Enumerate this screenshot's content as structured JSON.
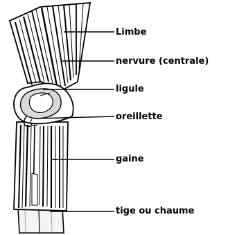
{
  "labels": {
    "limbe": "Limbe",
    "nervure": "nervure (centrale)",
    "ligule": "ligule",
    "oreillette": "oreillette",
    "gaine": "gaine",
    "tige": "tige ou chaume"
  },
  "colors": {
    "ink": "#000000",
    "paper": "#ffffff",
    "shade": "#d9d9d9"
  }
}
